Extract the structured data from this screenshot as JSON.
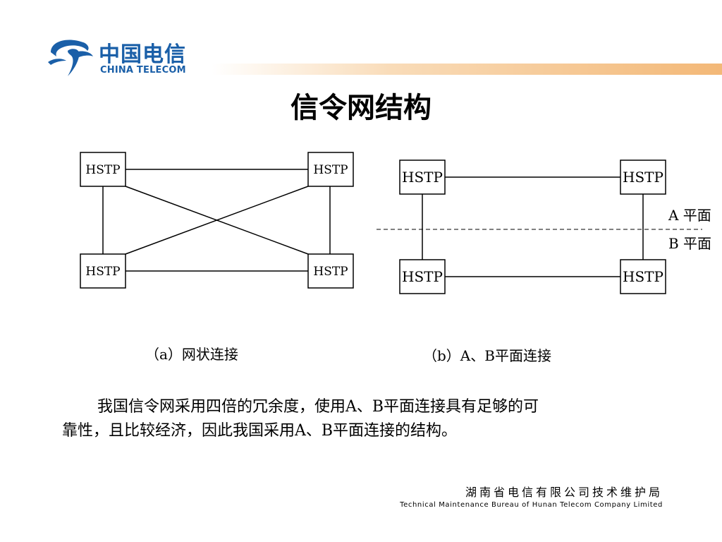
{
  "brand": {
    "logo_cn": "中国电信",
    "logo_en": "CHINA TELECOM",
    "color": "#1a5fa8",
    "band_color": "#f3b877"
  },
  "title": "信令网结构",
  "diagram_a": {
    "nodes": [
      "HSTP",
      "HSTP",
      "HSTP",
      "HSTP"
    ],
    "caption": "（a）网状连接"
  },
  "diagram_b": {
    "nodes": [
      "HSTP",
      "HSTP",
      "HSTP",
      "HSTP"
    ],
    "plane_a_label": "A 平面",
    "plane_b_label": "B 平面",
    "caption": "（b）A、B平面连接"
  },
  "body": {
    "paragraph_line1": "我国信令网采用四倍的冗余度，使用A、B平面连接具有足够的可",
    "paragraph_line2": "靠性，且比较经济，因此我国采用A、B平面连接的结构。"
  },
  "footer": {
    "org_cn": "湖南省电信有限公司技术维护局",
    "org_en": "Technical Maintenance Bureau of Hunan Telecom Company Limited"
  }
}
